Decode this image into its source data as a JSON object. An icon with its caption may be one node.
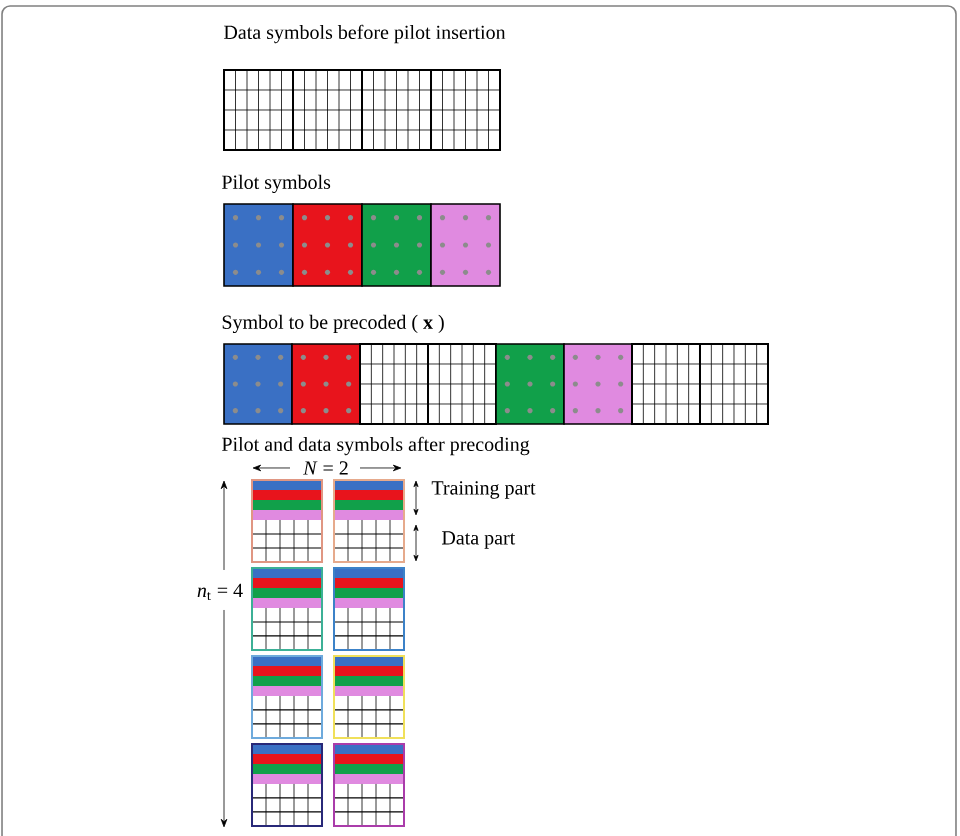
{
  "diagram": {
    "labels": [
      "Data symbols before pilot insertion",
      "Pilot symbols",
      "Symbol to be precoded ( **x** )",
      "Pilot and data symbols after precoding",
      "*N* = 2",
      "Training part",
      "Data part",
      "*n*$_{t}$ = 4"
    ]
  }
}
